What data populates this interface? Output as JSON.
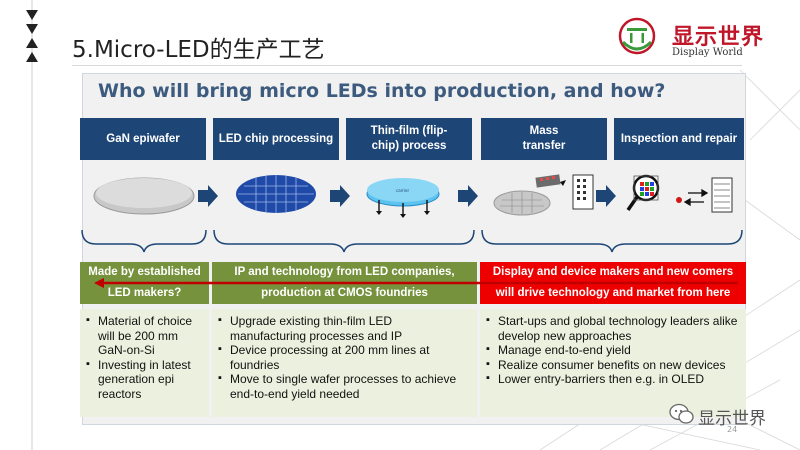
{
  "slide": {
    "title": "5.Micro-LED的生产工艺",
    "page_number": "24"
  },
  "brand": {
    "name_cn": "显示世界",
    "name_en": "Display World"
  },
  "watermark": {
    "text": "显示世界"
  },
  "panel": {
    "title": "Who will bring micro LEDs into production, and how?"
  },
  "stages": [
    {
      "label": "GaN epiwafer"
    },
    {
      "label": "LED chip processing"
    },
    {
      "label": "Thin-film (flip-chip) process"
    },
    {
      "label": "Mass transfer"
    },
    {
      "label": "Inspection and repair"
    }
  ],
  "groups": [
    {
      "header": "Made by established LED makers?",
      "header_color": "#76923c",
      "bullets": [
        "Material of choice will be 200 mm GaN-on-Si",
        "Investing in latest generation epi reactors"
      ]
    },
    {
      "header": "IP and technology from LED companies, production at CMOS foundries",
      "header_color": "#76923c",
      "bullets": [
        "Upgrade existing thin-film LED manufacturing processes and IP",
        "Device processing at 200 mm lines at foundries",
        "Move to single wafer processes to achieve end-to-end yield needed"
      ]
    },
    {
      "header": "Display and device makers and new comers will drive technology and market from here",
      "header_color": "#ee0000",
      "bullets": [
        "Start-ups and global technology leaders alike develop new approaches",
        "Manage end-to-end yield",
        "Realize consumer benefits on new devices",
        "Lower entry-barriers then e.g. in OLED"
      ]
    }
  ],
  "colors": {
    "stage_header": "#1d4576",
    "arrow": "#1d4576",
    "bullet_bg": "#ebf1de",
    "red_arrow": "#c00000",
    "brand": "#c0162a"
  },
  "icons": [
    "logo-icon",
    "wechat-icon",
    "magnifier-icon",
    "wafer-icon",
    "chip-array-icon"
  ]
}
